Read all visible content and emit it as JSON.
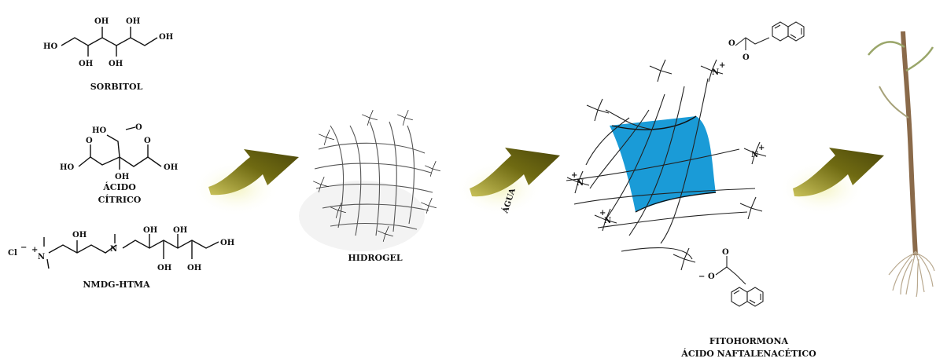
{
  "labels": {
    "sorbitol": "SORBITOL",
    "citric_1": "ÁCIDO",
    "citric_2": "CÍTRICO",
    "nmdg": "NMDG-HTMA",
    "hydrogel": "HIDROGEL",
    "water": "ÁGUA",
    "phyto_1": "FITOHORMONA",
    "phyto_2": "ÁCIDO NAFTALENACÉTICO"
  },
  "chem_text": {
    "oh": "OH",
    "ho": "HO",
    "o": "O",
    "n": "N",
    "cl": "Cl",
    "plus": "+",
    "minus": "−"
  },
  "colors": {
    "arrow_olive": "#6f6a12",
    "arrow_glow": "#e8e89a",
    "hydrogel_core_blue": "#1a9bd7",
    "plant_stem": "#8a6a4a",
    "plant_leaf": "#9aa66a",
    "roots": "#b8a88e"
  }
}
